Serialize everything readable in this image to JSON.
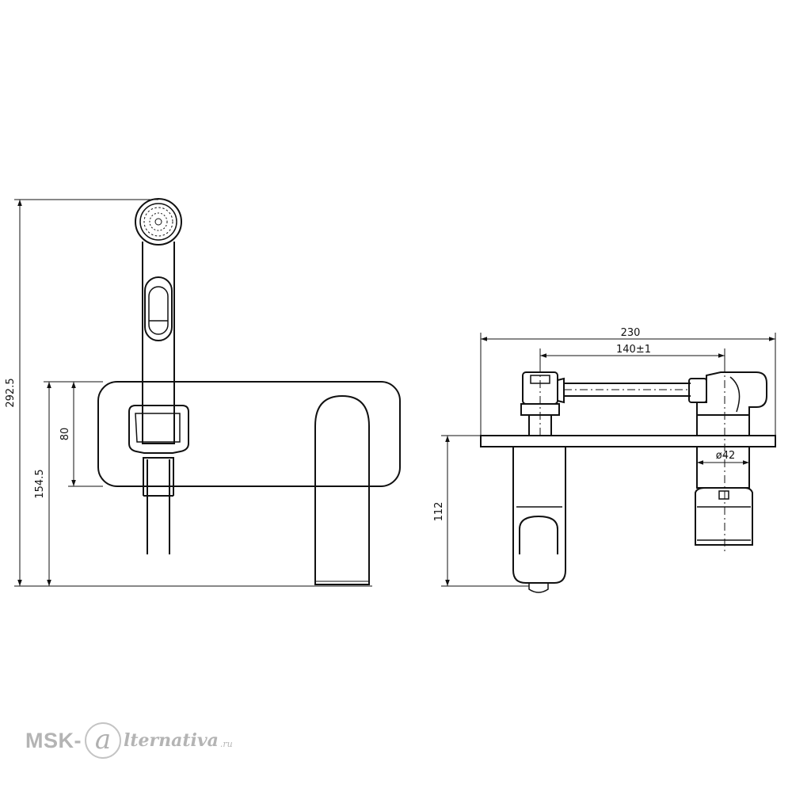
{
  "dimensions": {
    "front": {
      "overall_height": "292.5",
      "outlet_height": "154.5",
      "plate_height": "80"
    },
    "side": {
      "overall_width": "230",
      "inlet_spacing": "140±1",
      "depth_below_plate": "112",
      "cartridge_diameter": "ø42"
    }
  },
  "watermark": {
    "brand": "MSK-",
    "mark": "a",
    "rest": "lternativa",
    "tld": ".ru"
  }
}
